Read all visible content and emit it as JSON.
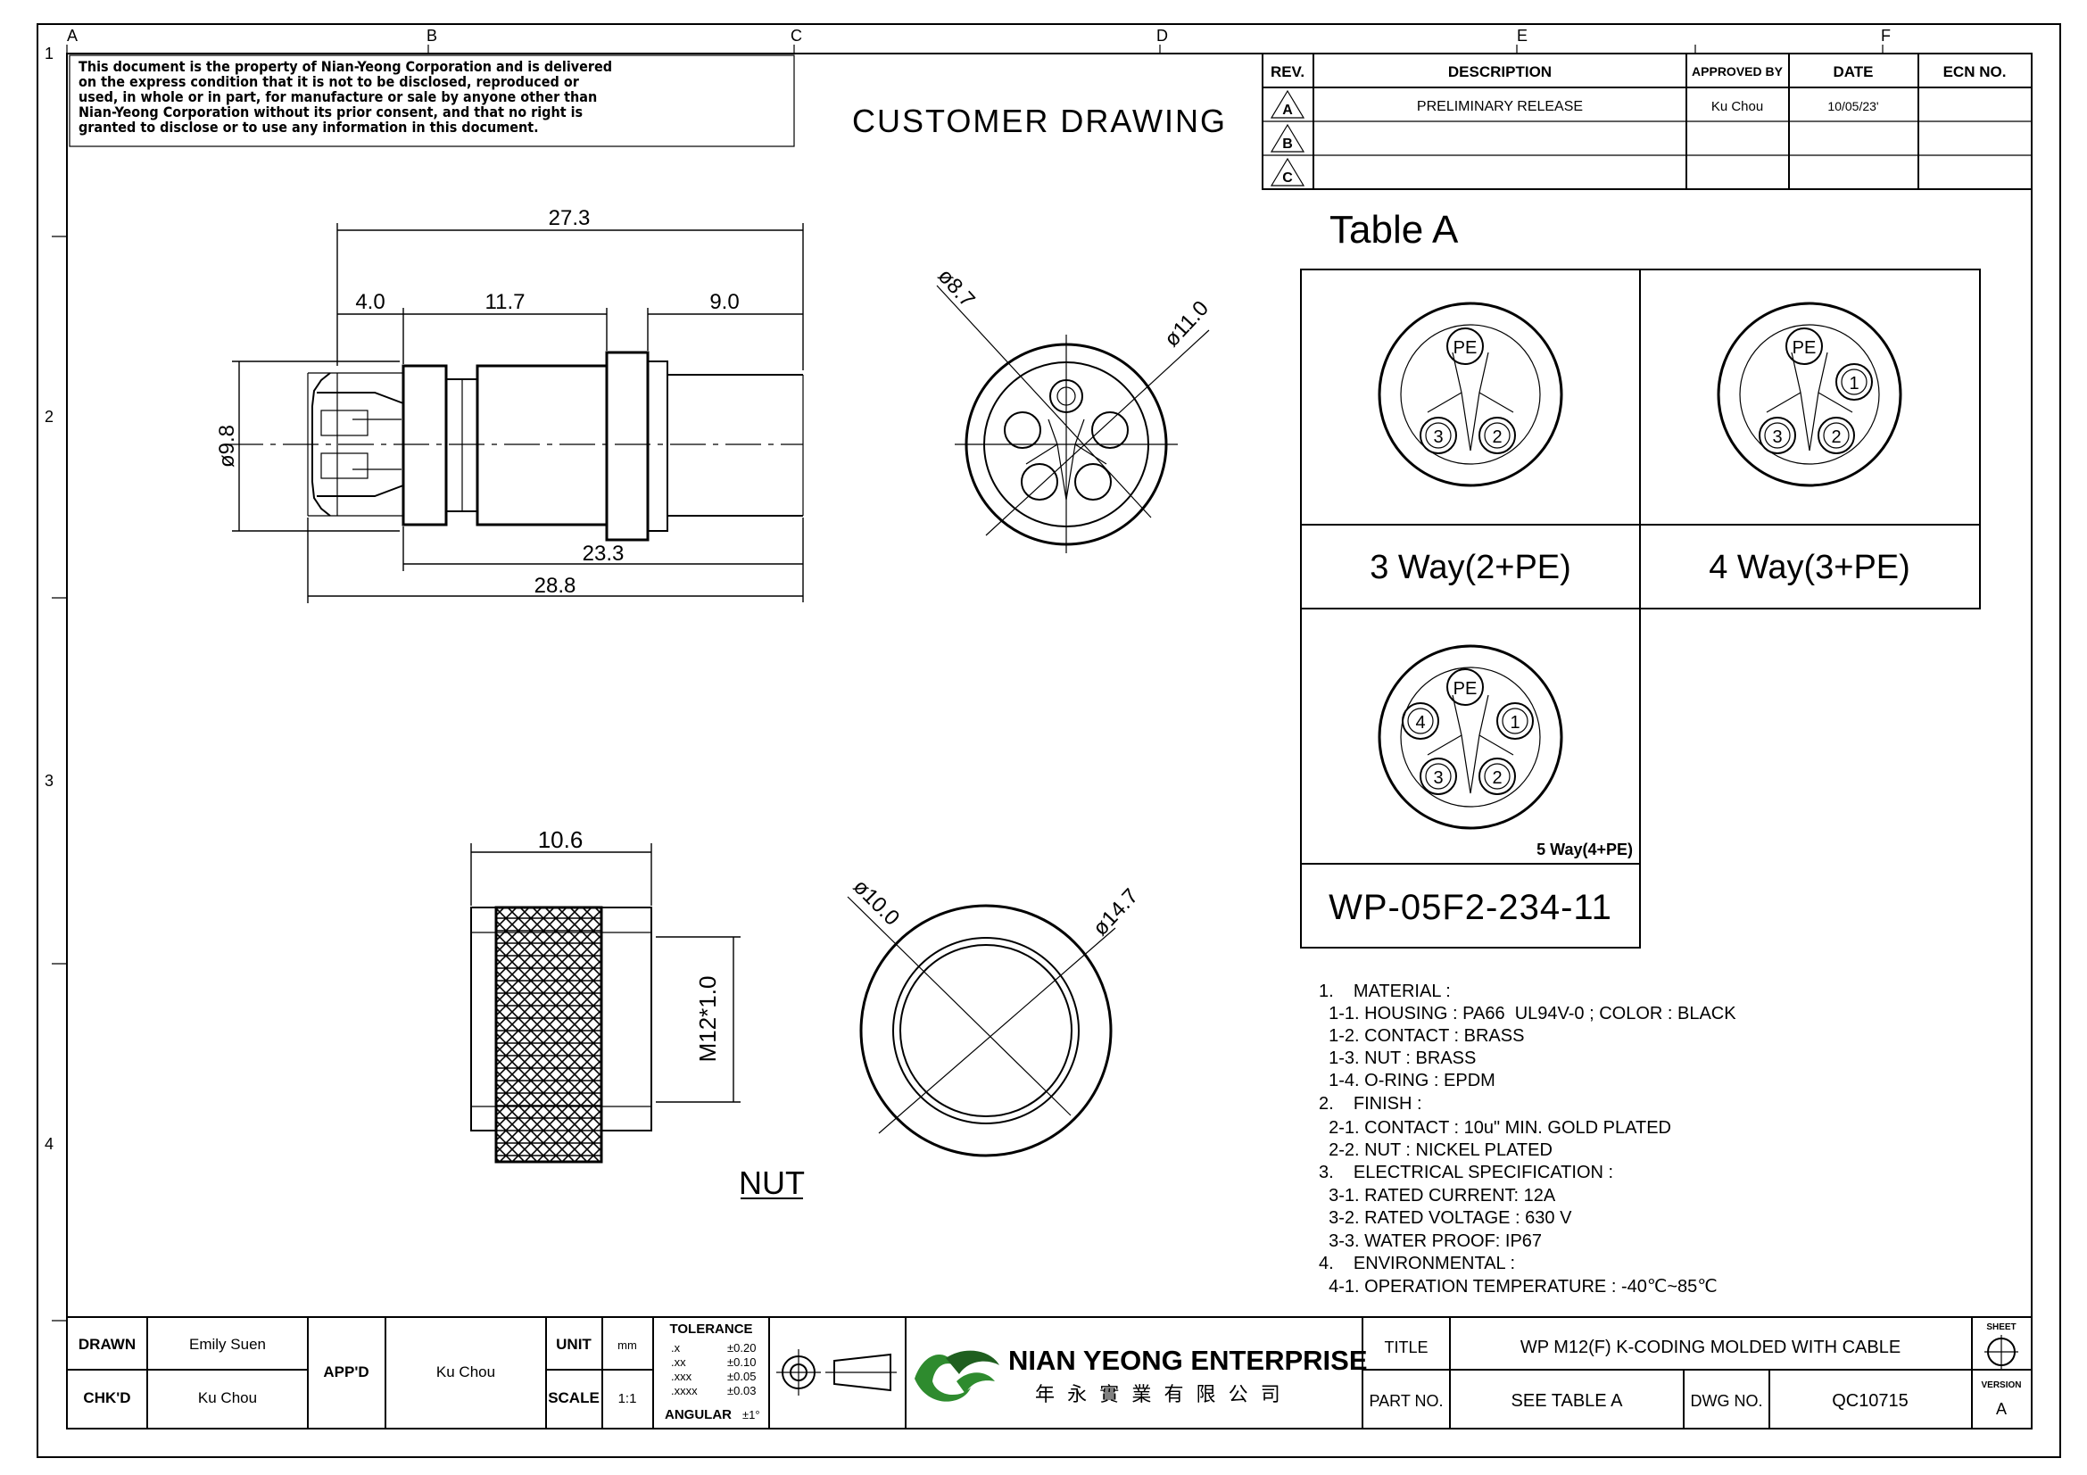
{
  "zones": {
    "columns": [
      "A",
      "B",
      "C",
      "D",
      "E",
      "F"
    ],
    "rows": [
      "1",
      "2",
      "3",
      "4"
    ]
  },
  "notice": [
    "This document is the property of Nian-Yeong Corporation and is delivered",
    "on  the  express condition that it is not to be disclosed, reproduced or",
    "used, in whole or in part, for manufacture or sale by anyone other than",
    "Nian-Yeong Corporation without  its prior consent, and that  no right  is",
    "granted to disclose or to use any information in this  document."
  ],
  "customer_drawing": "CUSTOMER DRAWING",
  "revision_table": {
    "headers": [
      "REV.",
      "DESCRIPTION",
      "APPROVED BY",
      "DATE",
      "ECN NO."
    ],
    "rows": [
      {
        "rev": "A",
        "description": "PRELIMINARY RELEASE",
        "approved_by": "Ku Chou",
        "date": "10/05/23'",
        "ecn": ""
      },
      {
        "rev": "B",
        "description": "",
        "approved_by": "",
        "date": "",
        "ecn": ""
      },
      {
        "rev": "C",
        "description": "",
        "approved_by": "",
        "date": "",
        "ecn": ""
      }
    ]
  },
  "side_view": {
    "dim_overall": "27.3",
    "dim_front": "4.0",
    "dim_body": "11.7",
    "dim_rear": "9.0",
    "dim_diameter": "ø9.8",
    "dim_mid": "23.3",
    "dim_total": "28.8"
  },
  "front_view": {
    "dim_inner": "ø8.7",
    "dim_outer": "ø11.0"
  },
  "nut_side": {
    "dim_length": "10.6",
    "dim_thread": "M12*1.0",
    "label": "NUT"
  },
  "nut_front": {
    "dim_inner": "ø10.0",
    "dim_outer": "ø14.7"
  },
  "table_a": {
    "title": "Table A",
    "cells": [
      {
        "caption": "3 Way(2+PE)",
        "pins": [
          "PE",
          "3",
          "2"
        ]
      },
      {
        "caption": "4 Way(3+PE)",
        "pins": [
          "PE",
          "1",
          "3",
          "2"
        ]
      },
      {
        "caption": "5 Way(4+PE)",
        "pins": [
          "PE",
          "4",
          "1",
          "3",
          "2"
        ]
      }
    ],
    "part_number": "WP-05F2-234-11"
  },
  "notes": [
    "1.    MATERIAL :",
    "  1-1. HOUSING : PA66  UL94V-0 ; COLOR : BLACK",
    "  1-2. CONTACT : BRASS",
    "  1-3. NUT : BRASS",
    "  1-4. O-RING : EPDM",
    "2.    FINISH :",
    "  2-1. CONTACT : 10u\" MIN. GOLD PLATED",
    "  2-2. NUT : NICKEL PLATED",
    "3.    ELECTRICAL SPECIFICATION :",
    "  3-1. RATED CURRENT: 12A",
    "  3-2. RATED VOLTAGE : 630 V",
    "  3-3. WATER PROOF: IP67",
    "4.    ENVIRONMENTAL :",
    "  4-1. OPERATION TEMPERATURE : -40℃~85℃"
  ],
  "title_block": {
    "drawn_label": "DRAWN",
    "drawn_value": "Emily Suen",
    "chkd_label": "CHK'D",
    "chkd_value": "Ku Chou",
    "appd_label": "APP'D",
    "appd_value": "Ku Chou",
    "unit_label": "UNIT",
    "unit_value": "mm",
    "scale_label": "SCALE",
    "scale_value": "1:1",
    "tolerance_title": "TOLERANCE",
    "tolerance_rows": [
      {
        "k": ".x",
        "v": "±0.20"
      },
      {
        "k": ".xx",
        "v": "±0.10"
      },
      {
        "k": ".xxx",
        "v": "±0.05"
      },
      {
        "k": ".xxxx",
        "v": "±0.03"
      }
    ],
    "angular_label": "ANGULAR",
    "angular_value": "±1°",
    "company_name": "NIAN YEONG ENTERPRISE",
    "company_chinese": "年 永 實 業 有 限 公 司",
    "title_label": "TITLE",
    "title_value": "WP M12(F) K-CODING MOLDED WITH CABLE",
    "part_no_label": "PART NO.",
    "part_no_value": "SEE TABLE A",
    "dwg_no_label": "DWG NO.",
    "dwg_no_value": "QC10715",
    "sheet_label": "SHEET",
    "version_label": "VERSION",
    "version_value": "A"
  },
  "colors": {
    "ink": "#000000",
    "logo_green": "#2e8b2e",
    "logo_dark": "#1f5f1f"
  }
}
